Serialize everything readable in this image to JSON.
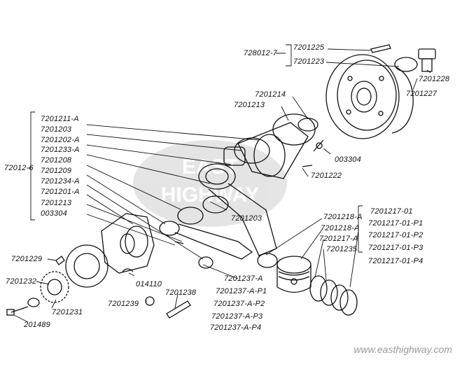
{
  "labels": {
    "l_728012_7": "728012-7",
    "l_7201225": "7201225",
    "l_7201223": "7201223",
    "l_7201228": "7201228",
    "l_7201227": "7201227",
    "l_7201214": "7201214",
    "l_7201213_top": "7201213",
    "l_003304_right": "003304",
    "l_7201222": "7201222",
    "l_72012_6": "72012-6",
    "left_group": [
      "7201211-A",
      "7201203",
      "7201202-A",
      "7201233-A",
      "7201208",
      "7201209",
      "7201234-A",
      "7201201-A",
      "7201213",
      "003304"
    ],
    "l_7201203_mid": "7201203",
    "l_7201218_a1": "7201218-A",
    "l_7201218_a2": "7201218-A",
    "l_7201217_a": "7201217-A",
    "l_7201235": "7201235",
    "right_group": [
      "7201217-01",
      "7201217-01-P1",
      "7201217-01-P2",
      "7201217-01-P3",
      "7201217-01-P4"
    ],
    "l_7201229": "7201229",
    "l_7201232": "7201232",
    "l_7201231": "7201231",
    "l_201489": "201489",
    "l_014110": "014110",
    "l_7201238": "7201238",
    "l_7201239": "7201239",
    "bottom_group": [
      "7201237-A",
      "7201237-A-P1",
      "7201237-A-P2",
      "7201237-A-P3",
      "7201237-A-P4"
    ]
  },
  "watermark": {
    "url": "www.easthighway.com",
    "logo_text": "EAST HIGHWAY"
  }
}
